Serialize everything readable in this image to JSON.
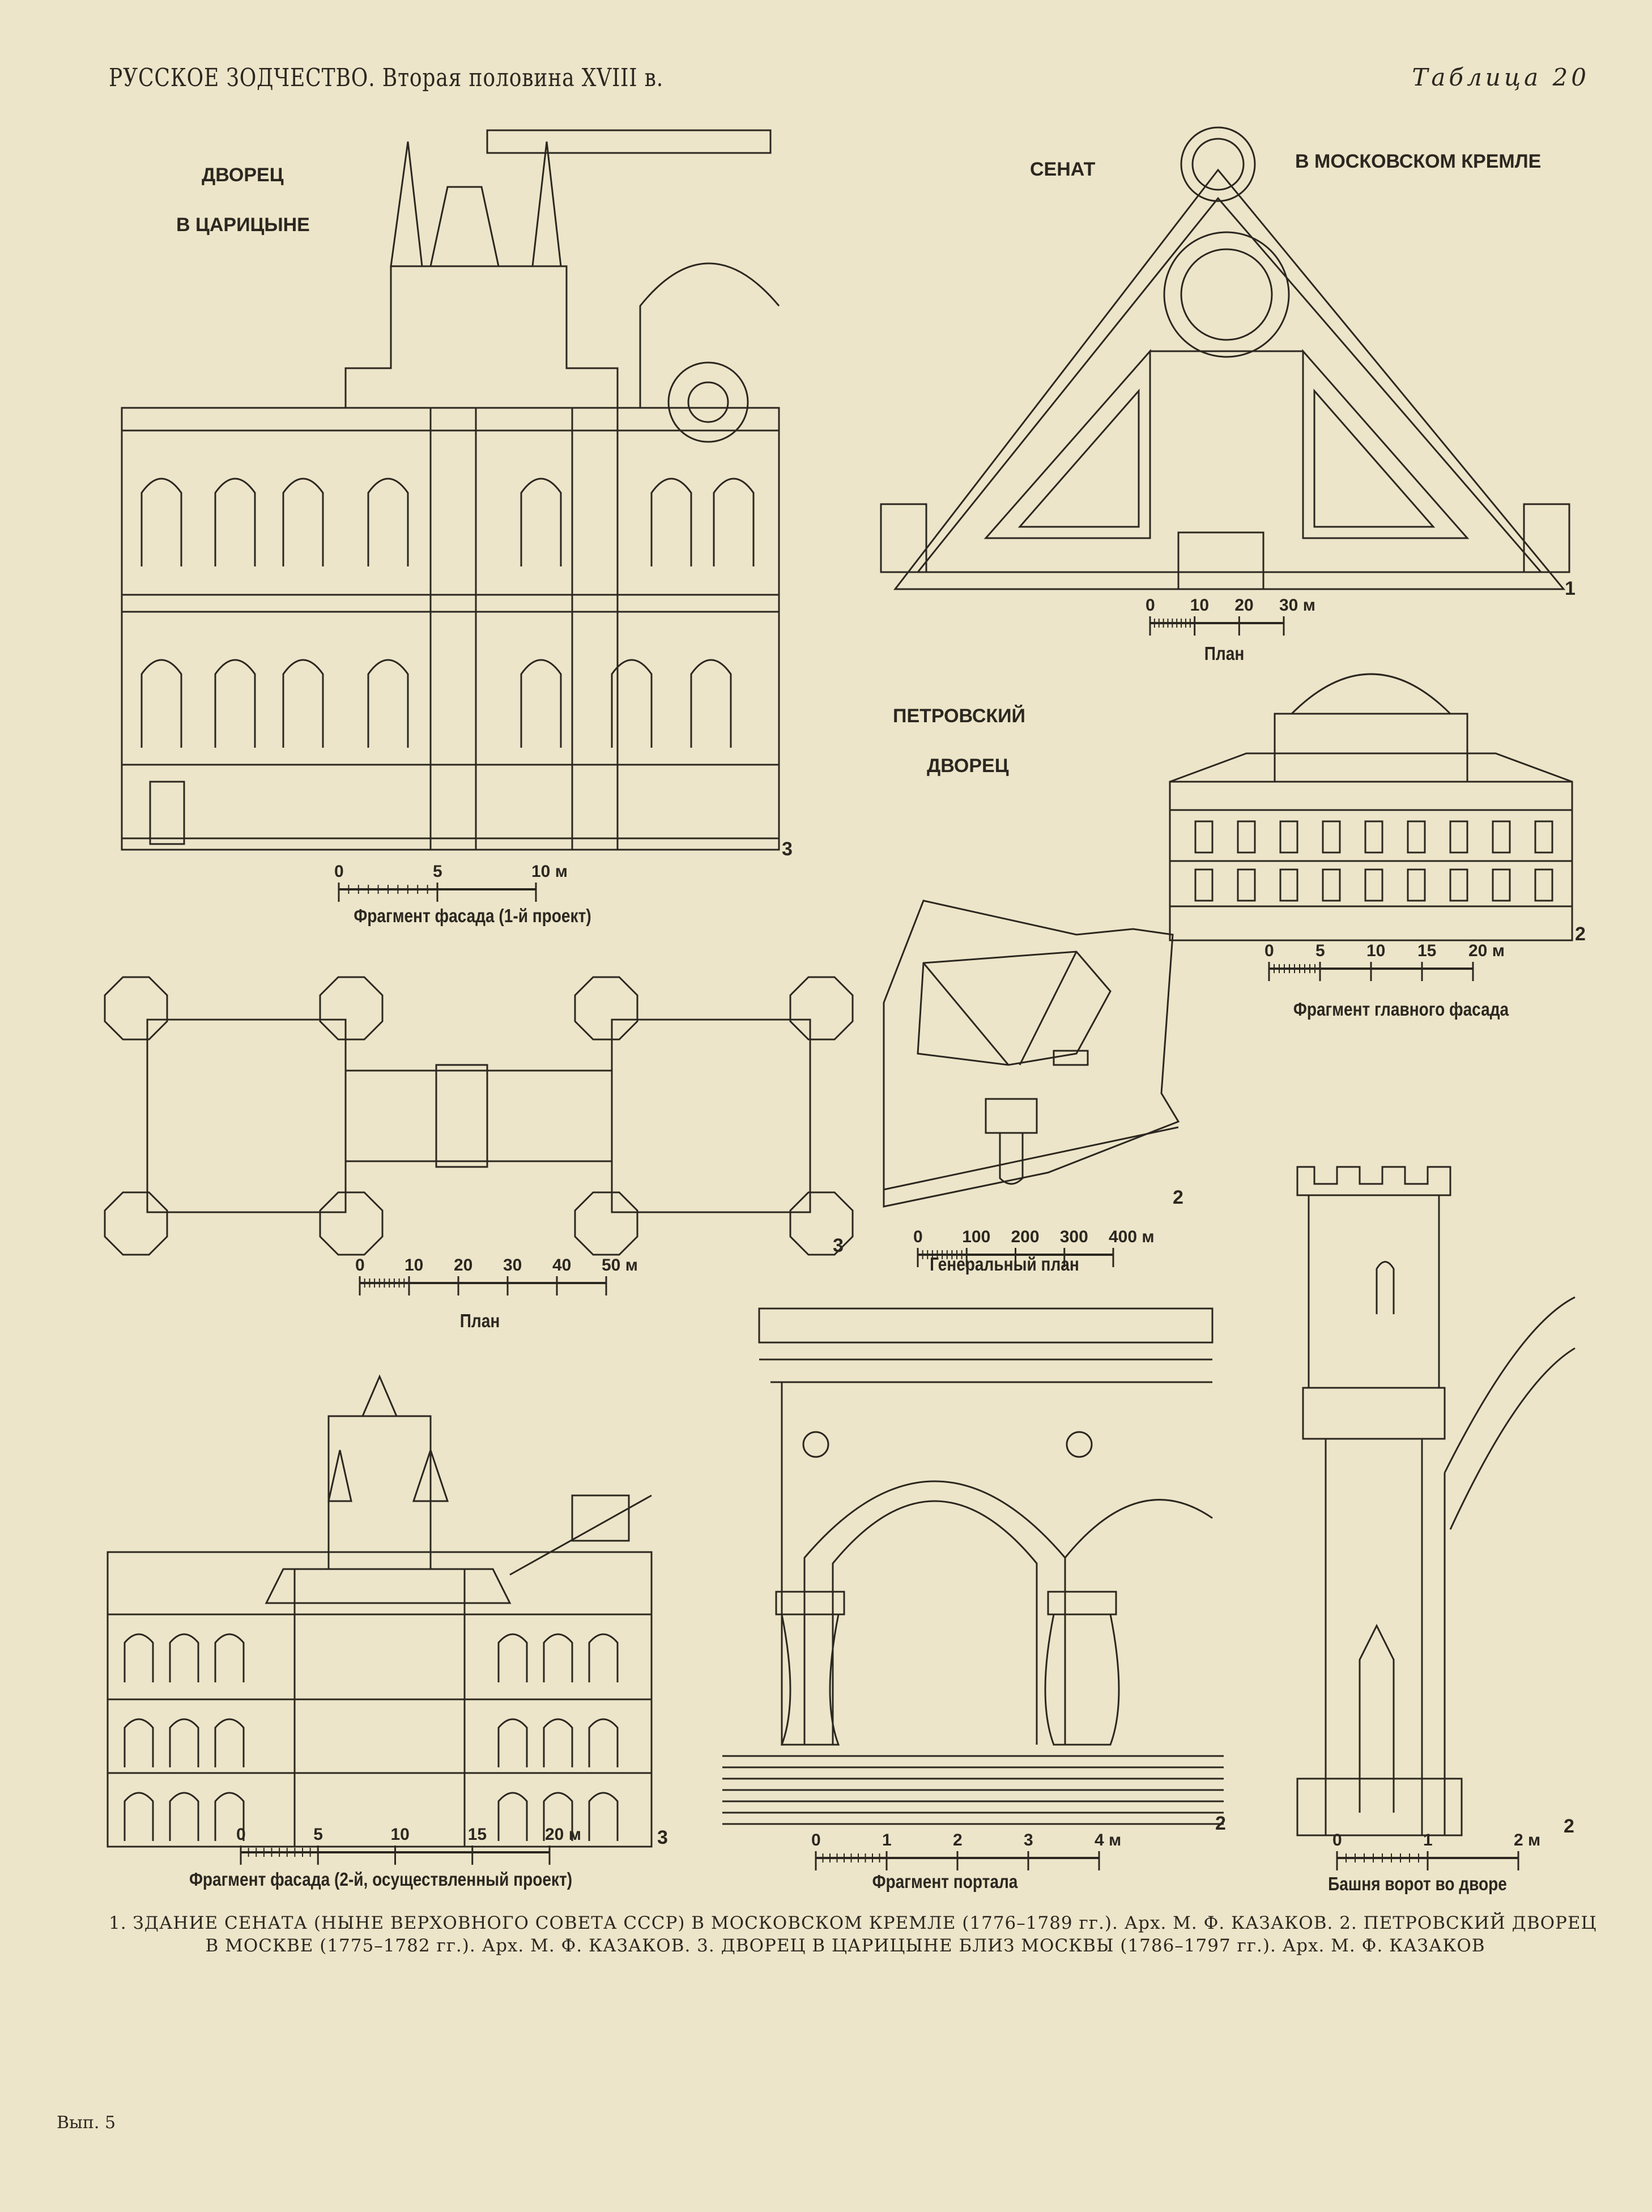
{
  "header": {
    "title": "РУССКОЕ ЗОДЧЕСТВО. Вторая половина XVIII в.",
    "plate": "Таблица 20"
  },
  "labels": {
    "tsaritsyno_1": "ДВОРЕЦ",
    "tsaritsyno_2": "В ЦАРИЦЫНЕ",
    "senate": "СЕНАТ",
    "kremlin": "В МОСКОВСКОМ КРЕМЛЕ",
    "petrovsky_1": "ПЕТРОВСКИЙ",
    "petrovsky_2": "ДВОРЕЦ"
  },
  "figures": [
    {
      "id": "tsaritsyno-facade-1",
      "number": "3",
      "caption": "Фрагмент фасада (1-й проект)",
      "scale": [
        "0",
        "5",
        "10 м"
      ]
    },
    {
      "id": "senate-plan",
      "number": "1",
      "caption": "План",
      "scale": [
        "0",
        "10",
        "20",
        "30 м"
      ]
    },
    {
      "id": "petrovsky-facade",
      "number": "2",
      "caption": "Фрагмент главного фасада",
      "scale": [
        "0",
        "5",
        "10",
        "15",
        "20 м"
      ]
    },
    {
      "id": "petrovsky-general-plan",
      "number": "2",
      "caption": "Генеральный план",
      "scale": [
        "0",
        "100",
        "200",
        "300",
        "400 м"
      ]
    },
    {
      "id": "tsaritsyno-plan",
      "number": "3",
      "caption": "План",
      "scale": [
        "0",
        "10",
        "20",
        "30",
        "40",
        "50 м"
      ]
    },
    {
      "id": "tsaritsyno-facade-2",
      "number": "3",
      "caption": "Фрагмент  фасада (2-й, осуществленный проект)",
      "scale": [
        "0",
        "5",
        "10",
        "15",
        "20 м"
      ]
    },
    {
      "id": "portal",
      "number": "2",
      "caption": "Фрагмент портала",
      "scale": [
        "0",
        "1",
        "2",
        "3",
        "4 м"
      ]
    },
    {
      "id": "gate-tower",
      "number": "2",
      "caption": "Башня ворот во дворе",
      "scale": [
        "0",
        "1",
        "2 м"
      ]
    }
  ],
  "caption": {
    "line1": "1. ЗДАНИЕ СЕНАТА (НЫНЕ ВЕРХОВНОГО СОВЕТА СССР) В МОСКОВСКОМ КРЕМЛЕ (1776–1789 гг.). Арх. М. Ф. КАЗАКОВ.   2. ПЕТРОВСКИЙ ДВОРЕЦ",
    "line2": "В МОСКВЕ (1775–1782 гг.). Арх. М. Ф. КАЗАКОВ.   3. ДВОРЕЦ В ЦАРИЦЫНЕ БЛИЗ МОСКВЫ (1786–1797 гг.). Арх. М. Ф. КАЗАКОВ"
  },
  "footer": {
    "issue": "Вып. 5"
  },
  "colors": {
    "paper": "#ede5c9",
    "ink": "#2b2720"
  }
}
